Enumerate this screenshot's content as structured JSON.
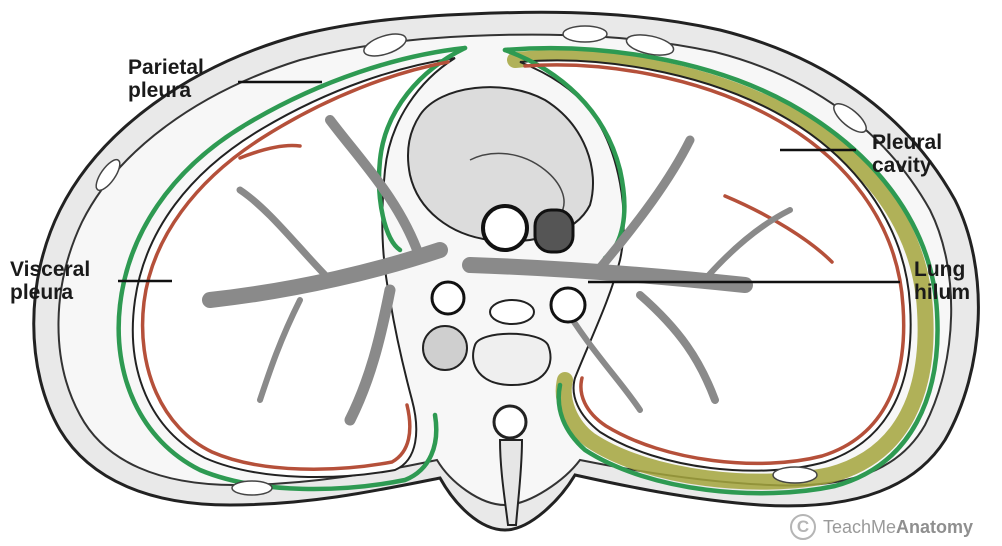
{
  "labels": {
    "parietal": {
      "line1": "Parietal",
      "line2": "pleura"
    },
    "cavity": {
      "line1": "Pleural",
      "line2": "cavity"
    },
    "visceral": {
      "line1": "Visceral",
      "line2": "pleura"
    },
    "hilum": {
      "line1": "Lung",
      "line2": "hilum"
    }
  },
  "credit": {
    "brand_part1": "TeachMe",
    "brand_part2": "Anatomy",
    "icon": "copyright-c-icon"
  },
  "colors": {
    "parietal_pleura": "#2e9a52",
    "visceral_pleura": "#b5503a",
    "pleural_cavity": "#9a9a34",
    "outline": "#222222"
  }
}
